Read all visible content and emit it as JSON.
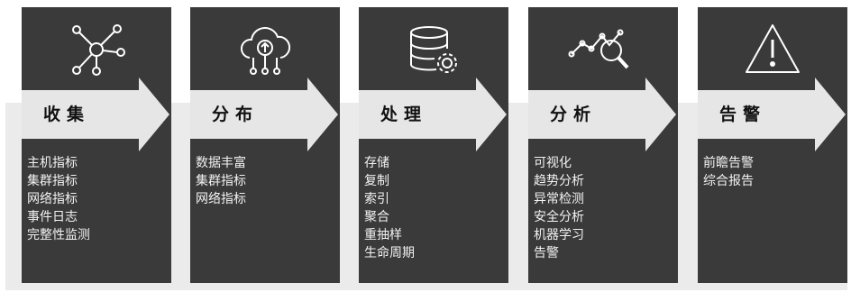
{
  "stages": [
    {
      "title": "收集",
      "icon": "network-nodes-icon",
      "items": [
        "主机指标",
        "集群指标",
        "网络指标",
        "事件日志",
        "完整性监测"
      ]
    },
    {
      "title": "分布",
      "icon": "cloud-upload-icon",
      "items": [
        "数据丰富",
        "集群指标",
        "网络指标"
      ]
    },
    {
      "title": "处理",
      "icon": "database-gear-icon",
      "items": [
        "存储",
        "复制",
        "索引",
        "聚合",
        "重抽样",
        "生命周期"
      ]
    },
    {
      "title": "分析",
      "icon": "trend-magnifier-icon",
      "items": [
        "可视化",
        "趋势分析",
        "异常检测",
        "安全分析",
        "机器学习",
        "告警"
      ]
    },
    {
      "title": "告警",
      "icon": "warning-triangle-icon",
      "items": [
        "前瞻告警",
        "综合报告"
      ]
    }
  ],
  "colors": {
    "card": "#3a3a3a",
    "arrow": "#e6e6e6",
    "band": "#ebebeb",
    "text": "#f2f2f2"
  }
}
